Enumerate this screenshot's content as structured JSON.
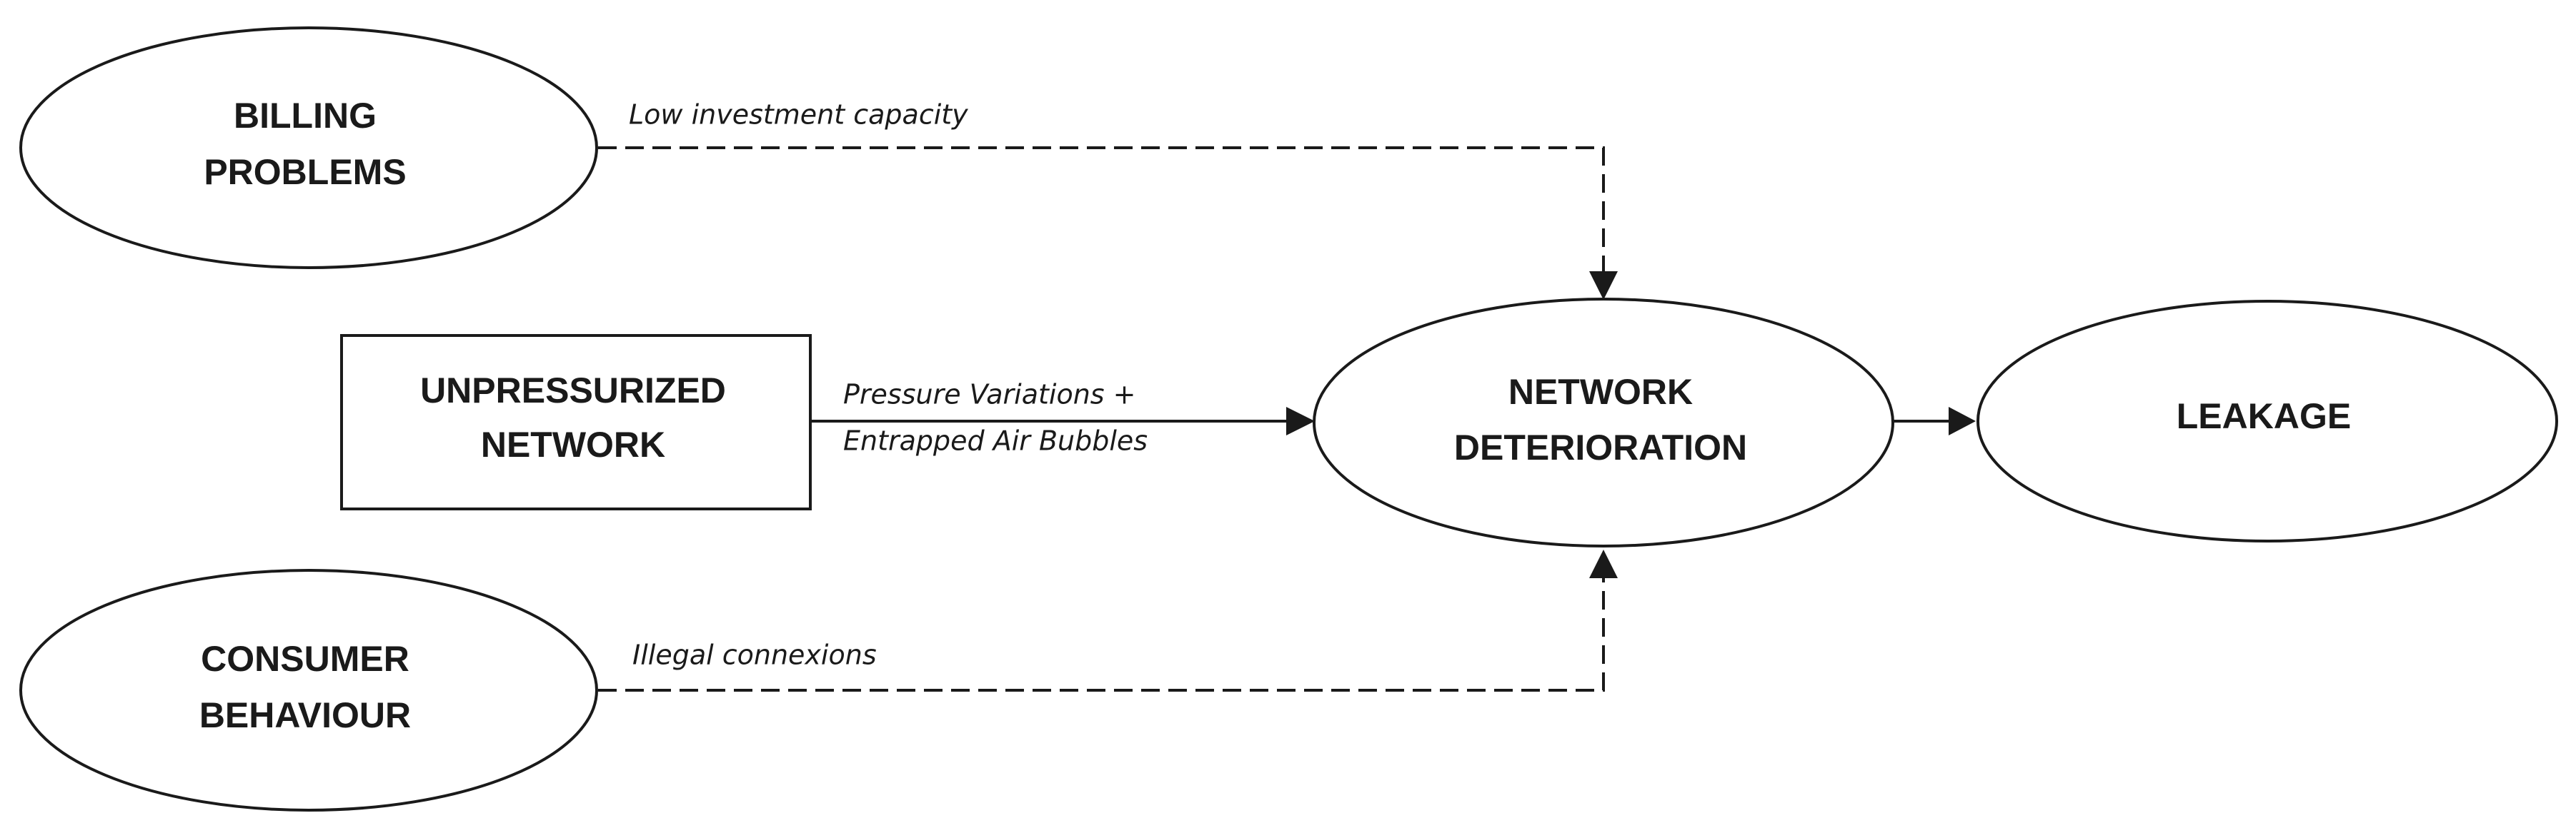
{
  "nodes": {
    "billing_problems": {
      "lines": [
        "BILLING",
        "PROBLEMS"
      ]
    },
    "unpressurized_network": {
      "lines": [
        "UNPRESSURIZED",
        "NETWORK"
      ]
    },
    "consumer_behaviour": {
      "lines": [
        "CONSUMER",
        "BEHAVIOUR"
      ]
    },
    "network_deterioration": {
      "lines": [
        "NETWORK",
        "DETERIORATION"
      ]
    },
    "leakage": {
      "lines": [
        "LEAKAGE"
      ]
    }
  },
  "edges": {
    "billing_to_deterioration": {
      "from": "BILLING PROBLEMS",
      "to": "NETWORK DETERIORATION",
      "style": "dashed",
      "label_lines": [
        "Low investment capacity"
      ]
    },
    "unpressurized_to_deterioration": {
      "from": "UNPRESSURIZED NETWORK",
      "to": "NETWORK DETERIORATION",
      "style": "solid",
      "label_lines": [
        "Pressure Variations +",
        "Entrapped Air Bubbles"
      ]
    },
    "consumer_to_deterioration": {
      "from": "CONSUMER BEHAVIOUR",
      "to": "NETWORK DETERIORATION",
      "style": "dashed",
      "label_lines": [
        "Illegal connexions"
      ]
    },
    "deterioration_to_leakage": {
      "from": "NETWORK DETERIORATION",
      "to": "LEAKAGE",
      "style": "solid",
      "label_lines": []
    }
  }
}
